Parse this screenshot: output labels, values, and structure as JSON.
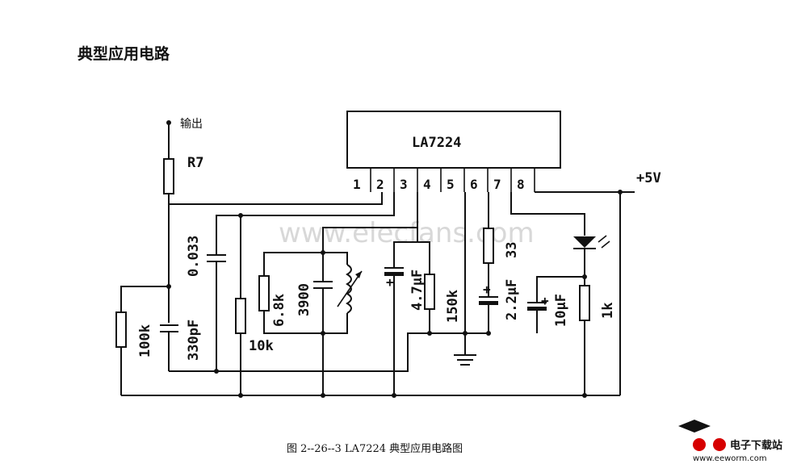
{
  "page_title": "典型应用电路",
  "caption": "图 2--26--3   LA7224 典型应用电路图",
  "watermark": "www.elecfans.com",
  "ic": {
    "name": "LA7224",
    "pins": [
      "1",
      "2",
      "3",
      "4",
      "5",
      "6",
      "7",
      "8"
    ]
  },
  "labels": {
    "output": "输出",
    "r7": "R7",
    "vcc": "+5V",
    "c_0033": "0.033",
    "c_330pf": "330pF",
    "r_100k": "100k",
    "r_10k": "10k",
    "r_68k": "6.8k",
    "c_3900": "3900",
    "c_47uf": "4.7μF",
    "r_150k": "150k",
    "r_33": "33",
    "c_22uf": "2.2μF",
    "c_10uf": "10μF",
    "r_1k": "1k"
  },
  "logo": {
    "site": "电子下载站",
    "url": "www.eeworm.com"
  }
}
